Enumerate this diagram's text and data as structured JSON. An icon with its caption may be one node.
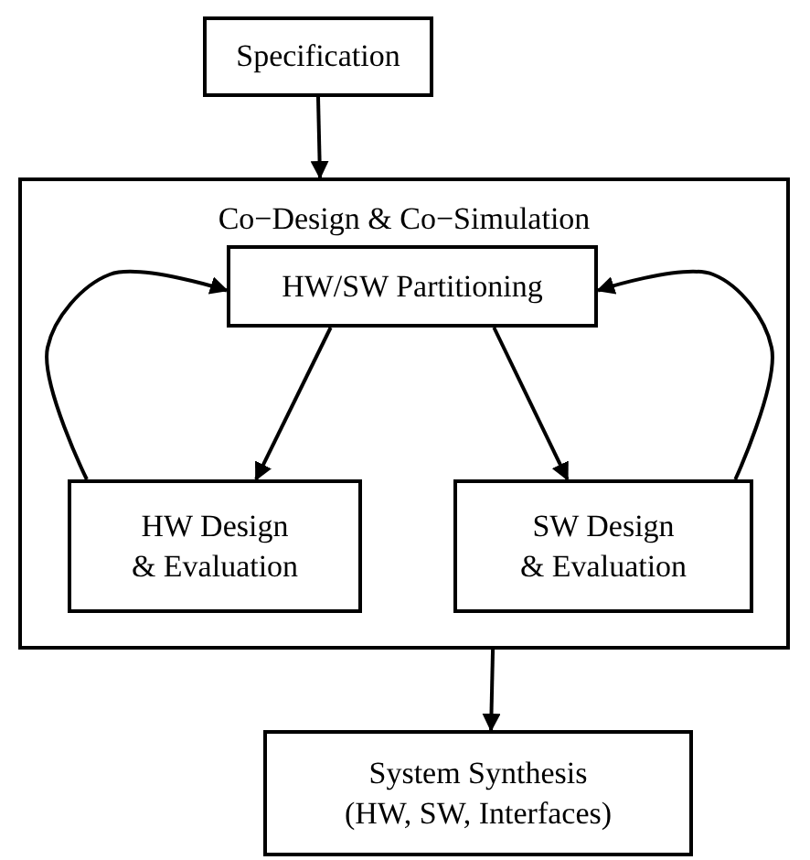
{
  "diagram": {
    "nodes": [
      {
        "text": [
          "Specification"
        ]
      },
      {
        "text": [
          "Co−Design & Co−Simulation"
        ]
      },
      {
        "text": [
          "HW/SW Partitioning"
        ],
        "in": 1
      },
      {
        "text": [
          "HW Design & Evaluation"
        ],
        "in": 1
      },
      {
        "text": [
          "SW Design & Evaluation"
        ],
        "in": 1
      },
      {
        "text": [
          "System Synthesis (HW, SW, Interfaces)"
        ]
      }
    ],
    "edges": [
      {
        "from": 0,
        "to": 1,
        "arrow": "to"
      },
      {
        "from": 2,
        "to": 3,
        "arrow": "to"
      },
      {
        "from": 2,
        "to": 4,
        "arrow": "to"
      },
      {
        "from": 3,
        "to": 2,
        "arrow": "to"
      },
      {
        "from": 4,
        "to": 2,
        "arrow": "to"
      },
      {
        "from": 1,
        "to": 5,
        "arrow": "to"
      }
    ]
  }
}
